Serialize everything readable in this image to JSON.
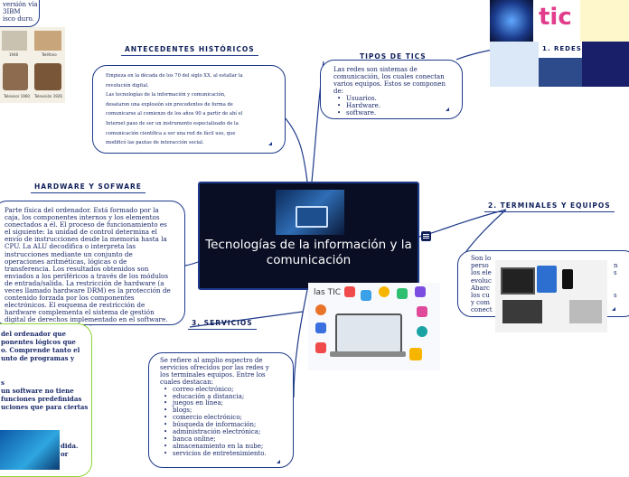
{
  "central": {
    "title": "Tecnologías de la información y la comunicación"
  },
  "top_left_fragment": {
    "lines": [
      "versión vía",
      "3IBM",
      "isco duro."
    ]
  },
  "antecedentes": {
    "heading": "ANTECEDENTES HISTÓRICOS",
    "lines": [
      "Empieza en la década de los 70 del siglo XX, al estallar la",
      "revolución digital.",
      "Las tecnologías de la información y comunicación,",
      "desataron una explosión sin precedentes de forma de",
      "comunicarse al comienzo de los años 90 a partir de ahí el",
      "Internet paso de ser un instrumento especializado de la",
      "comunicación científica a ser una red de fácil uso, que",
      "modificó las pautas de interacción social."
    ]
  },
  "tipos": {
    "heading": "TIPOS DE TICS",
    "intro_lines": [
      "Las redes son sistemas de",
      "comunicación, los cuales conectan",
      "varios equipos. Estos se componen",
      "de:"
    ],
    "items": [
      "Usuarios.",
      "Hardware.",
      "software."
    ]
  },
  "redes_label": "1. REDES",
  "hardware": {
    "heading": "HARDWARE Y SOFWARE",
    "lines": [
      "Parte física del ordenador. Está formado por la",
      "caja, los componentes internos y los elementos",
      "conectados a él. El proceso de funcionamiento es",
      "el siguiente: la unidad de control determina el",
      "envío de instrucciones desde la memoria hasta la",
      "CPU. La ALU decodifica o interpreta las",
      "instrucciones mediante un conjunto de",
      "operaciones aritméticas, lógicas o de",
      "transferencia. Los resultados obtenidos son",
      "enviados a los periféricos a través de los módulos",
      "de entrada/salida. La restricción de hardware (a",
      "veces llamado hardware DRM) es la protección de",
      "contenido forzada por los componentes",
      "electrónicos. El esquema de restricción de",
      "hardware complementa el sistema de gestión",
      "digital de derechos implementado en el software."
    ]
  },
  "terminales": {
    "heading": "2. TERMINALES Y EQUIPOS",
    "left_lines": [
      "Son lo",
      "perso",
      "los ele",
      "evoluc",
      "Abarc",
      "los cu",
      "y com",
      "conect"
    ],
    "right_chars": [
      "n",
      "s",
      "",
      "",
      "s"
    ]
  },
  "servicios": {
    "heading": "3. SERVICIOS",
    "intro_lines": [
      "Se refiere al amplio espectro de",
      "servicios ofrecidos por las redes y",
      "los terminales equipos. Entre los",
      "cuales destacan:"
    ],
    "items": [
      "correo electrónico;",
      "educación a distancia;",
      "juegos en línea;",
      "blogs;",
      "comercio electrónico;",
      "búsqueda de información;",
      "administración electrónica;",
      "banca online;",
      "almacenamiento en la nube;",
      "servicios de entretenimiento."
    ]
  },
  "software_fragment": {
    "lines_top": [
      "del ordenador que",
      "ponentes lógicos que",
      "o. Comprende tanto el",
      "unto de programas y"
    ],
    "line_s": "s",
    "lines_mid": [
      "un software no tiene",
      "funciones predefinidas",
      "uciones que para ciertas"
    ],
    "lines_low": [
      "dida.",
      "or"
    ]
  },
  "apps_label": "las TIC",
  "timeline_labels": [
    "1946",
    "Teléfono",
    "Televisor 1960",
    "Televisión 1926"
  ],
  "collage_text": "tic"
}
